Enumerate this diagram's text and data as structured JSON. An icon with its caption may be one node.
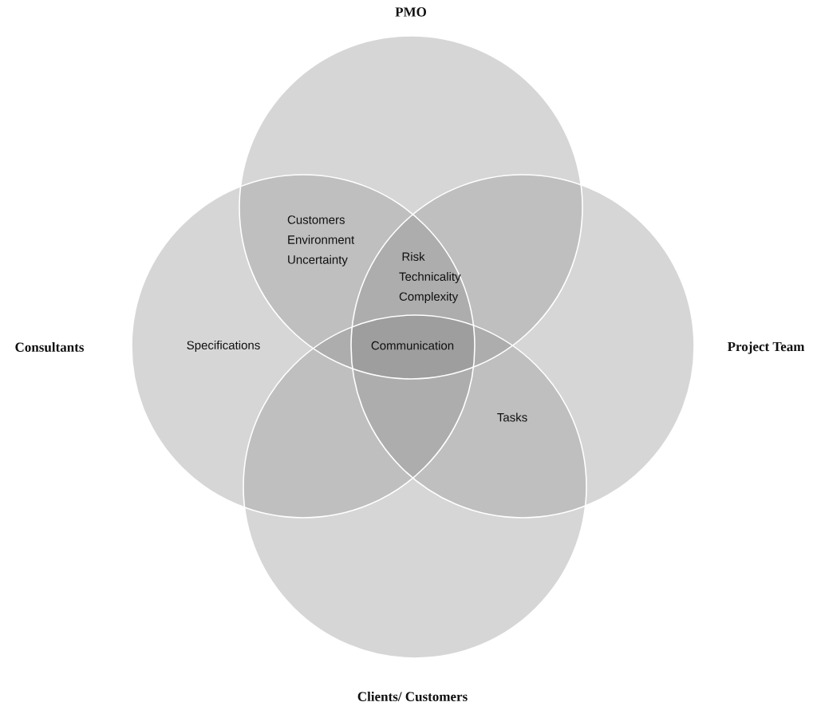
{
  "diagram": {
    "nodes": [
      {
        "text": [
          "PMO"
        ]
      },
      {
        "text": [
          "Consultants"
        ]
      },
      {
        "text": [
          "Project Team"
        ]
      },
      {
        "text": [
          "Clients/ Customers"
        ]
      }
    ],
    "labels": [
      "Customers Environment Uncertainty",
      "Risk Technicality Complexity",
      "Specifications",
      "Communication",
      "Tasks"
    ]
  }
}
